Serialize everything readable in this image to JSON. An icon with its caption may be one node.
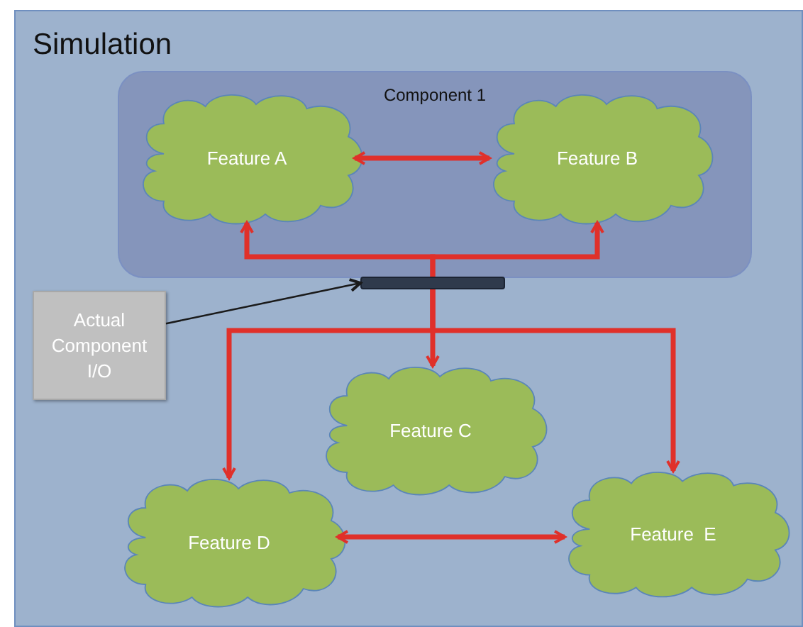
{
  "diagram": {
    "nodes": [
      {
        "text": [
          "Simulation"
        ]
      },
      {
        "text": [
          "Component 1"
        ],
        "in": 0
      },
      {
        "text": [
          "Feature A"
        ],
        "in": 1
      },
      {
        "text": [
          "Feature B"
        ],
        "in": 1
      },
      {
        "text": [],
        "shape": "bar",
        "in": 0
      },
      {
        "text": [
          "Actual Component I/O"
        ],
        "in": 0
      },
      {
        "text": [
          "Feature C"
        ],
        "in": 0
      },
      {
        "text": [
          "Feature D"
        ],
        "in": 0
      },
      {
        "text": [
          "Feature  E"
        ],
        "in": 0
      }
    ],
    "edges": [
      {
        "from": 2,
        "to": 3,
        "arrow": "both"
      },
      {
        "from": 4,
        "to": 2,
        "arrow": "to"
      },
      {
        "from": 4,
        "to": 3,
        "arrow": "to"
      },
      {
        "from": 4,
        "to": 6,
        "arrow": "to"
      },
      {
        "from": 4,
        "to": 7,
        "arrow": "to"
      },
      {
        "from": 4,
        "to": 8,
        "arrow": "to"
      },
      {
        "from": 5,
        "to": 4,
        "arrow": "to",
        "color": "#1a1a1a"
      },
      {
        "from": 7,
        "to": 8,
        "arrow": "both"
      }
    ]
  }
}
